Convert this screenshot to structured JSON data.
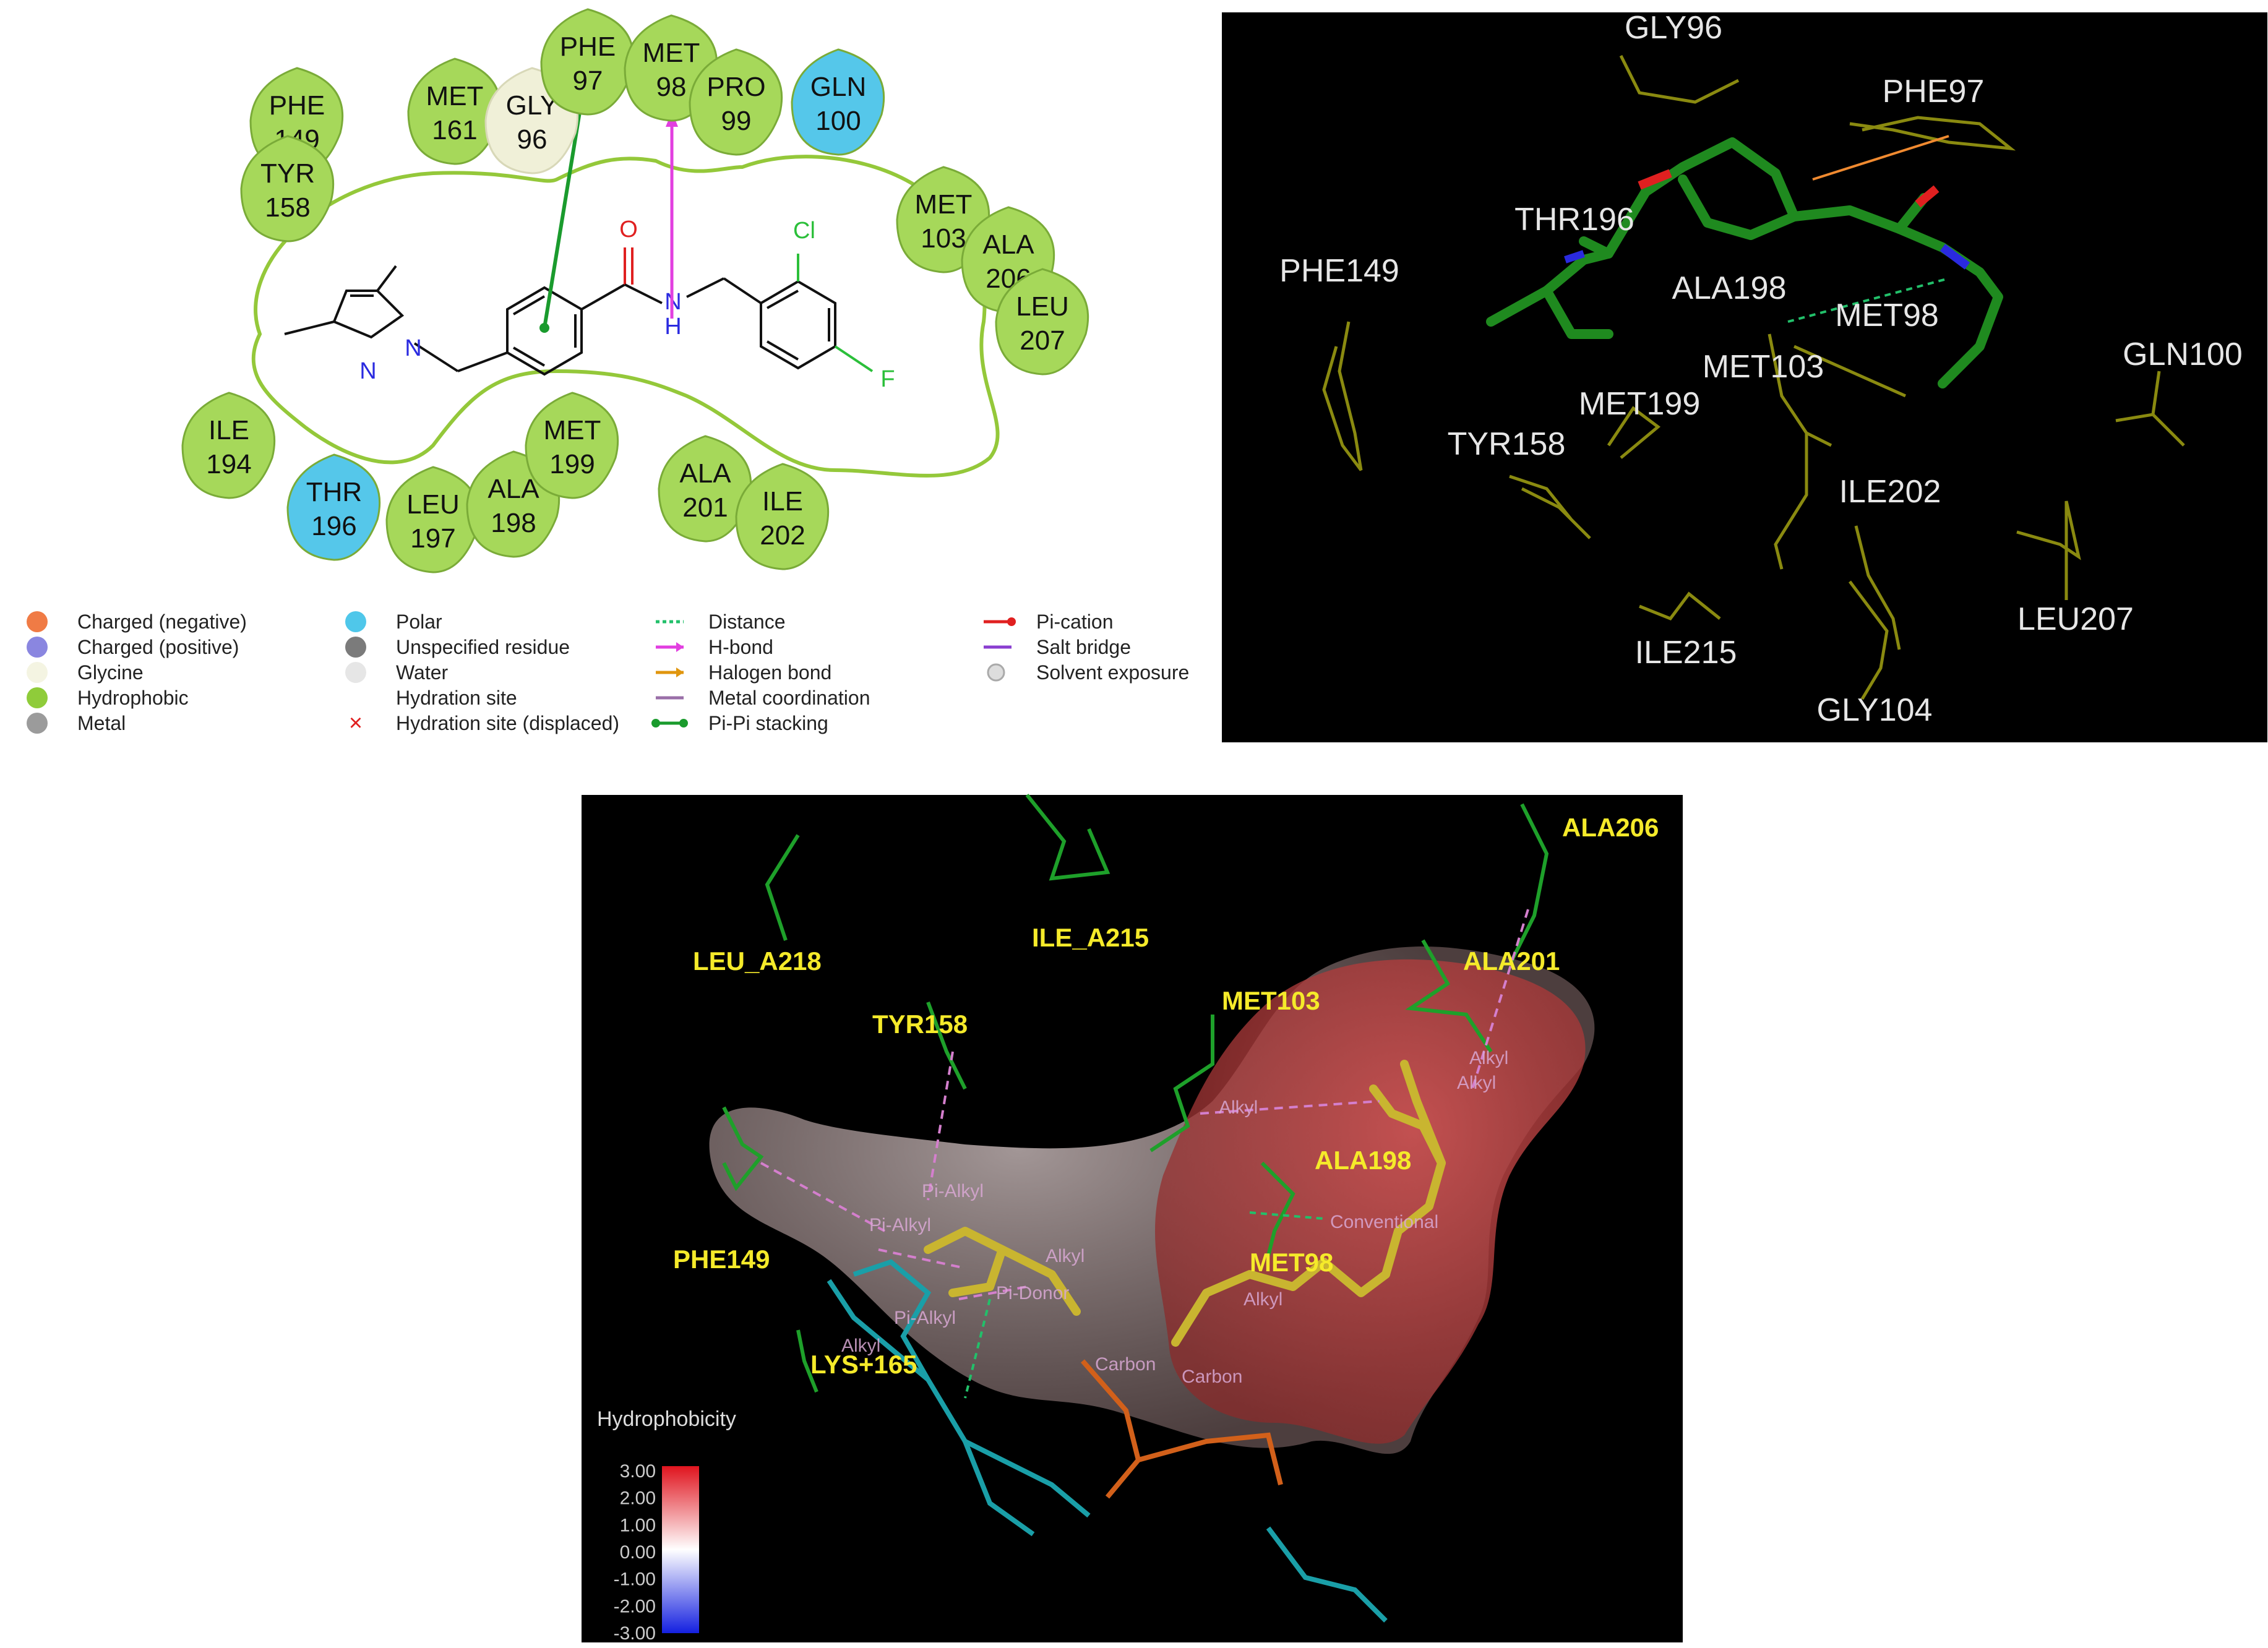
{
  "panel_2d": {
    "residues": [
      {
        "name": "PHE",
        "num": "149",
        "type": "hydrophobic"
      },
      {
        "name": "TYR",
        "num": "158",
        "type": "hydrophobic"
      },
      {
        "name": "MET",
        "num": "161",
        "type": "hydrophobic"
      },
      {
        "name": "GLY",
        "num": "96",
        "type": "glycine"
      },
      {
        "name": "PHE",
        "num": "97",
        "type": "hydrophobic"
      },
      {
        "name": "MET",
        "num": "98",
        "type": "hydrophobic"
      },
      {
        "name": "PRO",
        "num": "99",
        "type": "hydrophobic"
      },
      {
        "name": "GLN",
        "num": "100",
        "type": "polar"
      },
      {
        "name": "MET",
        "num": "103",
        "type": "hydrophobic"
      },
      {
        "name": "ALA",
        "num": "206",
        "type": "hydrophobic"
      },
      {
        "name": "LEU",
        "num": "207",
        "type": "hydrophobic"
      },
      {
        "name": "ILE",
        "num": "194",
        "type": "hydrophobic"
      },
      {
        "name": "THR",
        "num": "196",
        "type": "polar"
      },
      {
        "name": "LEU",
        "num": "197",
        "type": "hydrophobic"
      },
      {
        "name": "ALA",
        "num": "198",
        "type": "hydrophobic"
      },
      {
        "name": "MET",
        "num": "199",
        "type": "hydrophobic"
      },
      {
        "name": "ALA",
        "num": "201",
        "type": "hydrophobic"
      },
      {
        "name": "ILE",
        "num": "202",
        "type": "hydrophobic"
      }
    ],
    "atoms": {
      "O": "O",
      "N_amide": "N",
      "H_amide": "H",
      "Cl": "Cl",
      "F": "F",
      "N1": "N",
      "N2": "N"
    },
    "legend_col1": [
      {
        "label": "Charged (negative)",
        "color": "#f07b45"
      },
      {
        "label": "Charged (positive)",
        "color": "#8a86e0"
      },
      {
        "label": "Glycine",
        "color": "#f4f4e2"
      },
      {
        "label": "Hydrophobic",
        "color": "#8fcc3a"
      },
      {
        "label": "Metal",
        "color": "#9b9b9b"
      }
    ],
    "legend_col2": [
      {
        "label": "Polar",
        "color": "#4fc7ea"
      },
      {
        "label": "Unspecified residue",
        "color": "#7b7b7b"
      },
      {
        "label": "Water",
        "color": "#e6e6e6"
      },
      {
        "label": "Hydration site",
        "color": ""
      },
      {
        "label": "Hydration site (displaced)",
        "color": "#e02020"
      }
    ],
    "legend_col3": [
      {
        "label": "Distance",
        "color": "#22c06a"
      },
      {
        "label": "H-bond",
        "color": "#e23fe0"
      },
      {
        "label": "Halogen bond",
        "color": "#e0960e"
      },
      {
        "label": "Metal coordination",
        "color": "#9a6fa8"
      },
      {
        "label": "Pi-Pi stacking",
        "color": "#1a9b2d"
      }
    ],
    "legend_col4": [
      {
        "label": "Pi-cation",
        "color": "#e02020"
      },
      {
        "label": "Salt bridge",
        "color": "#8a3fd0"
      },
      {
        "label": "Solvent exposure",
        "color": "#bbbbbb"
      }
    ]
  },
  "panel_3d_top": {
    "labels": [
      "GLY96",
      "PHE97",
      "THR196",
      "PHE149",
      "ALA198",
      "MET98",
      "MET103",
      "GLN100",
      "MET199",
      "TYR158",
      "ILE202",
      "LEU207",
      "ILE215",
      "GLY104"
    ]
  },
  "panel_3d_bottom": {
    "residue_labels": [
      "ALA206",
      "LEU_A218",
      "ILE_A215",
      "ALA201",
      "TYR158",
      "MET103",
      "ALA198",
      "PHE149",
      "MET98",
      "LYS+165"
    ],
    "interaction_labels": [
      "Alkyl",
      "Alkyl",
      "Alkyl",
      "Pi-Alkyl",
      "Pi-Alkyl",
      "Alkyl",
      "Pi-Donor",
      "Pi-Alkyl",
      "Alkyl",
      "Carbon",
      "Carbon",
      "Conventional",
      "Alkyl"
    ],
    "colorbar": {
      "title": "Hydrophobicity",
      "ticks": [
        "3.00",
        "2.00",
        "1.00",
        "0.00",
        "-1.00",
        "-2.00",
        "-3.00"
      ]
    }
  }
}
